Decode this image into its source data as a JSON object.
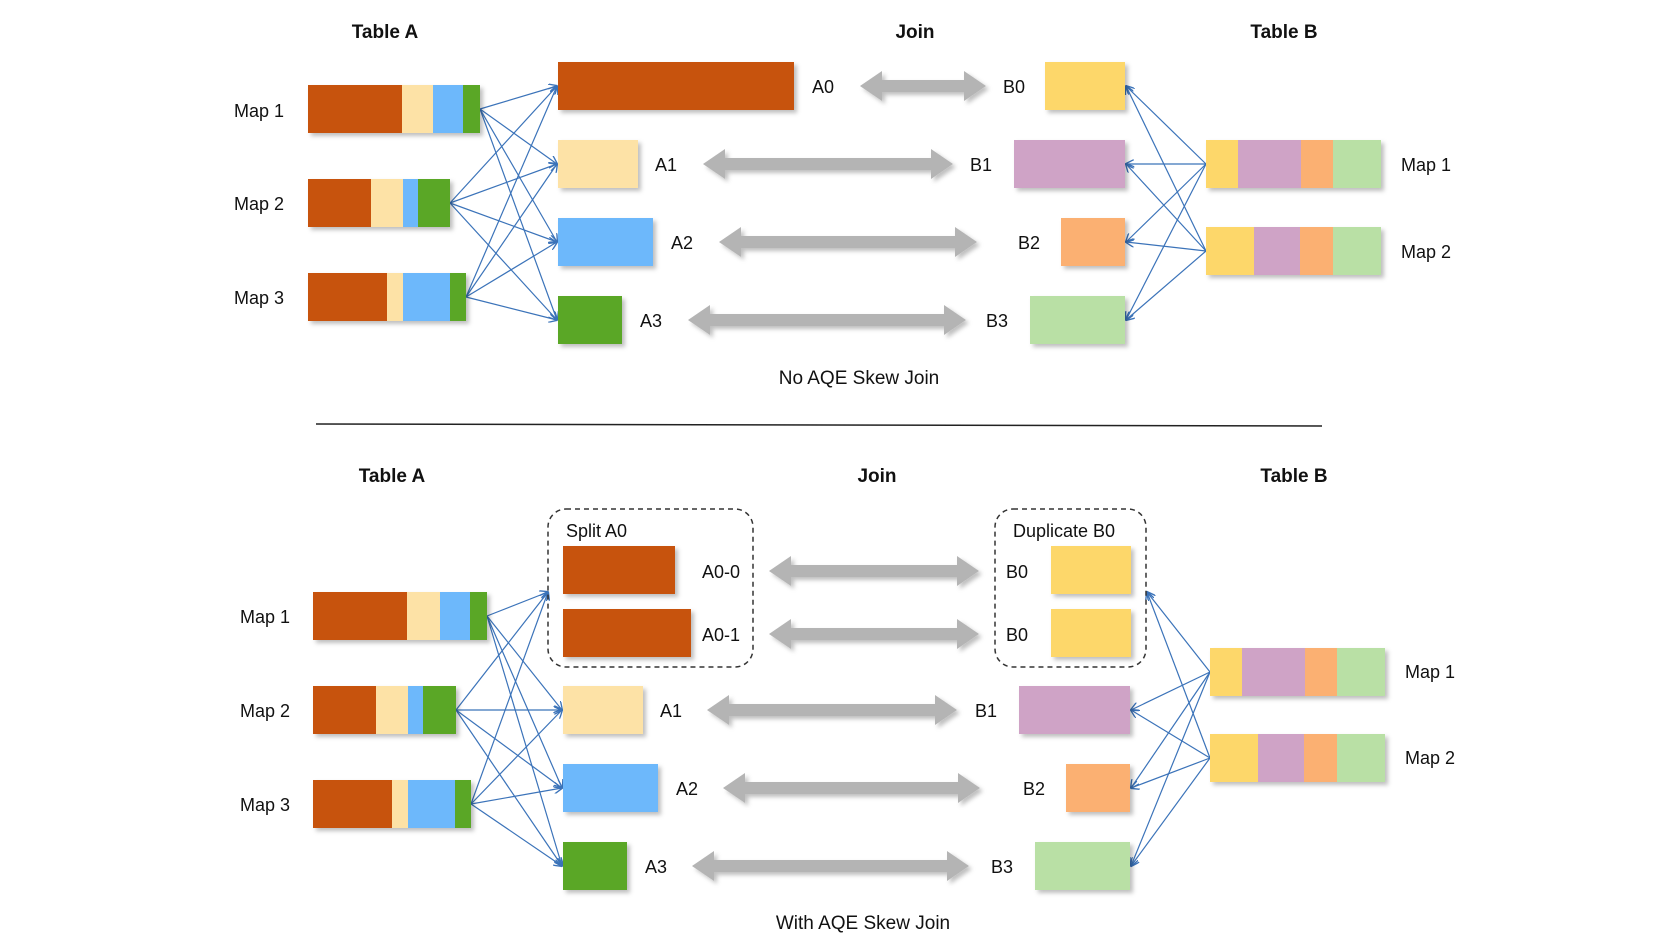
{
  "colors": {
    "A0": "#c7520a",
    "A1": "#fde2a6",
    "A2": "#6db8fb",
    "A3": "#5aa725",
    "B0": "#fdd76b",
    "B1": "#cfa3c6",
    "B2": "#fbb072",
    "B3": "#b9e0a5",
    "arrow": "#b4b4b4",
    "link": "#3b73b9",
    "divider": "#222222"
  },
  "top": {
    "table_a": "Table A",
    "join": "Join",
    "table_b": "Table B",
    "maps_a": [
      "Map 1",
      "Map 2",
      "Map 3"
    ],
    "maps_b": [
      "Map 1",
      "Map 2"
    ],
    "partitions_a": [
      "A0",
      "A1",
      "A2",
      "A3"
    ],
    "partitions_b": [
      "B0",
      "B1",
      "B2",
      "B3"
    ],
    "caption": "No AQE Skew Join"
  },
  "bottom": {
    "table_a": "Table A",
    "join": "Join",
    "table_b": "Table B",
    "maps_a": [
      "Map 1",
      "Map 2",
      "Map 3"
    ],
    "maps_b": [
      "Map 1",
      "Map 2"
    ],
    "split_title": "Split A0",
    "split_parts": [
      "A0-0",
      "A0-1"
    ],
    "dup_title": "Duplicate B0",
    "dup_parts": [
      "B0",
      "B0"
    ],
    "partitions_a": [
      "A1",
      "A2",
      "A3"
    ],
    "partitions_b": [
      "B1",
      "B2",
      "B3"
    ],
    "caption": "With AQE Skew Join"
  }
}
